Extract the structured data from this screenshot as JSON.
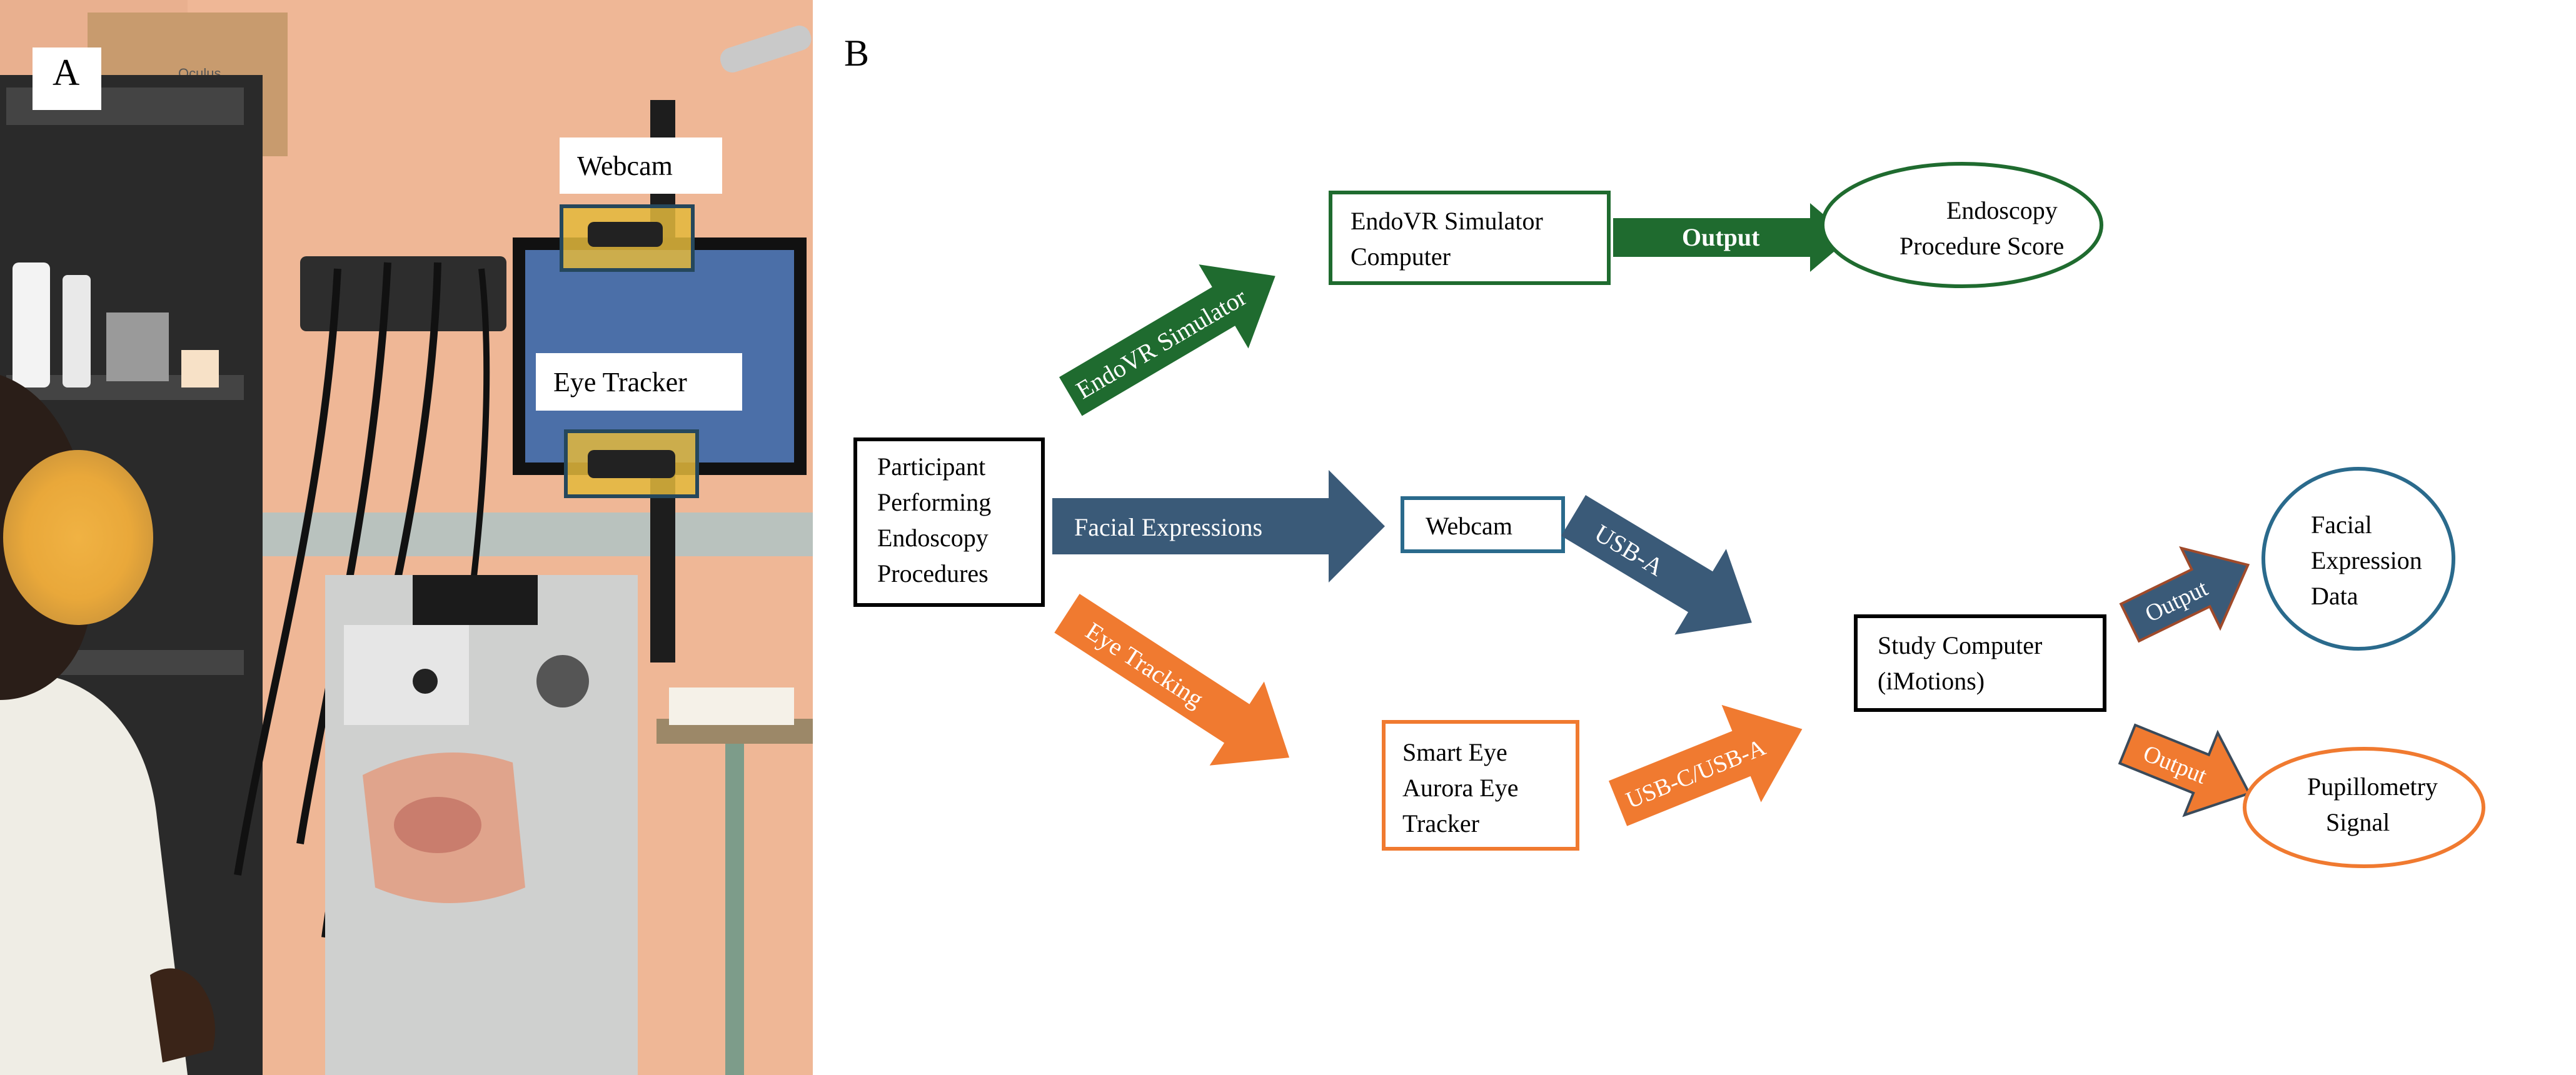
{
  "panel_a": {
    "letter": "A",
    "oculus_text": "Oculus",
    "webcam_label": "Webcam",
    "eye_tracker_label": "Eye Tracker"
  },
  "panel_b": {
    "letter": "B",
    "colors": {
      "green": "#1f6b2f",
      "blue": "#3a5a78",
      "orange": "#f07a30",
      "black": "#000000"
    },
    "nodes": {
      "participant": [
        "Participant",
        "Performing",
        "Endoscopy",
        "Procedures"
      ],
      "endovr_computer": [
        "EndoVR Simulator",
        "Computer"
      ],
      "endoscopy_score": [
        "Endoscopy",
        "Procedure Score"
      ],
      "webcam": [
        "Webcam"
      ],
      "smart_eye": [
        "Smart Eye",
        "Aurora Eye",
        "Tracker"
      ],
      "study_computer": [
        "Study Computer",
        "(iMotions)"
      ],
      "facial_data": [
        "Facial",
        "Expression",
        "Data"
      ],
      "pupillometry": [
        "Pupillometry",
        "Signal"
      ]
    },
    "arrows": {
      "endovr_simulator": "EndoVR Simulator",
      "output_green": "Output",
      "facial_expressions": "Facial Expressions",
      "usb_a": "USB-A",
      "eye_tracking": "Eye Tracking",
      "usb_c": "USB-C/USB-A",
      "output_blue": "Output",
      "output_orange": "Output"
    }
  }
}
